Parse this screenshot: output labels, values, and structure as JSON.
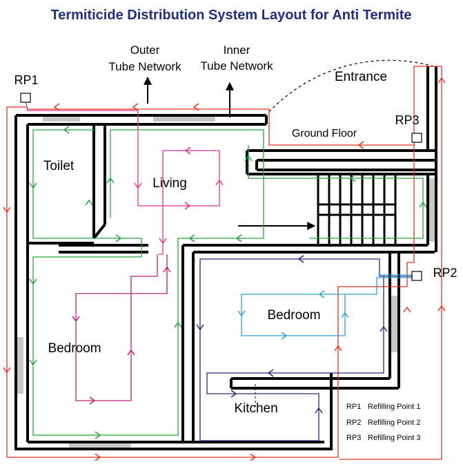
{
  "title": "Termiticide Distribution System Layout for Anti Termite",
  "labels": {
    "outer_network": [
      "Outer",
      "Tube Network"
    ],
    "inner_network": [
      "Inner",
      "Tube Network"
    ],
    "entrance": "Entrance",
    "ground_floor": "Ground Floor",
    "rp1": "RP1",
    "rp2": "RP2",
    "rp3": "RP3"
  },
  "rooms": {
    "toilet": "Toilet",
    "living": "Living",
    "bedroom_left": "Bedroom",
    "bedroom_right": "Bedroom",
    "kitchen": "Kitchen"
  },
  "legend": [
    {
      "code": "RP1",
      "text": "Refilling Point 1"
    },
    {
      "code": "RP2",
      "text": "Refilling Point 2"
    },
    {
      "code": "RP3",
      "text": "Refilling Point 3"
    }
  ],
  "colors": {
    "title": "#1f2f7a",
    "wall": "#000000",
    "outer_tube": "#e8321e",
    "inner_tube": "#23a33a",
    "living_loop": "#e0338f",
    "left_bedroom_loop": "#c41a7a",
    "kitchen_loop": "#27287a",
    "right_bedroom_loop": "#2aa3d6",
    "window": "#c8c8c8"
  }
}
